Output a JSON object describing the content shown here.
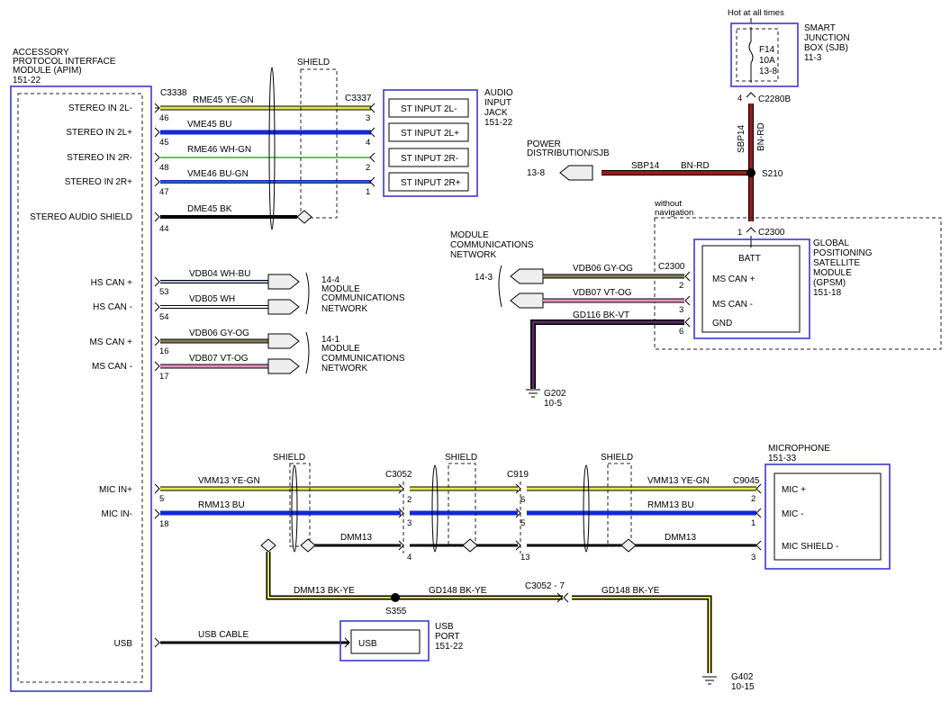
{
  "apim": {
    "title": [
      "ACCESSORY",
      "PROTOCOL INTERFACE",
      "MODULE (APIM)",
      "151-22"
    ],
    "pins": [
      "STEREO IN 2L-",
      "STEREO IN 2L+",
      "STEREO IN 2R-",
      "STEREO IN 2R+",
      "STEREO AUDIO SHIELD",
      "HS CAN +",
      "HS CAN -",
      "MS CAN +",
      "MS CAN -",
      "MIC IN+",
      "MIC IN-",
      "USB"
    ],
    "pin_numbers": [
      "46",
      "45",
      "48",
      "47",
      "44",
      "53",
      "54",
      "16",
      "17",
      "5",
      "18"
    ]
  },
  "audio_jack": {
    "title": [
      "AUDIO",
      "INPUT",
      "JACK",
      "151-22"
    ],
    "pins": [
      "ST INPUT 2L-",
      "ST INPUT 2L+",
      "ST INPUT 2R-",
      "ST INPUT 2R+"
    ],
    "pin_numbers": [
      "3",
      "4",
      "2",
      "1"
    ]
  },
  "connectors": {
    "c3338": "C3338",
    "c3337": "C3337",
    "c2280b": "C2280B",
    "c2300": "C2300",
    "c2300_1": "1",
    "c2300_gps": "C2300",
    "c3052": "C3052",
    "c919": "C919",
    "c9045": "C9045",
    "c3052_7": "C3052  - 7"
  },
  "wires": {
    "rme45": "RME45  YE-GN",
    "vme45": "VME45  BU",
    "rme46": "RME46  WH-GN",
    "vme46": "VME46  BU-GN",
    "dme45": "DME45  BK",
    "vdb04": "VDB04  WH-BU",
    "vdb05": "VDB05  WH",
    "vdb06": "VDB06  GY-OG",
    "vdb07": "VDB07  VT-OG",
    "usb_cable": "USB CABLE",
    "vmm13": "VMM13  YE-GN",
    "rmm13": "RMM13  BU",
    "dmm13": "DMM13",
    "dmm13_bkye": "DMM13      BK-YE",
    "gd148": "GD148    BK-YE",
    "sbp14": "SBP14",
    "bnrd": "BN-RD",
    "gd116": "GD116    BK-VT",
    "vmm13_mic": "VMM13    YE-GN",
    "rmm13_mic": "RMM13      BU"
  },
  "shield": "SHIELD",
  "network_14_4": [
    "14-4",
    "MODULE",
    "COMMUNICATIONS",
    "NETWORK"
  ],
  "network_14_1": [
    "14-1",
    "MODULE",
    "COMMUNICATIONS",
    "NETWORK"
  ],
  "module_comm_network": [
    "MODULE",
    "COMMUNICATIONS",
    "NETWORK"
  ],
  "network_14_3": "14-3",
  "sjb": {
    "hot": "Hot at all times",
    "fuse": [
      "F14",
      "10A",
      "13-8"
    ],
    "title": [
      "SMART",
      "JUNCTION",
      "BOX (SJB)",
      "11-3"
    ],
    "pin": "4"
  },
  "power_distribution": [
    "POWER",
    "DISTRIBUTION/SJB",
    "13-8"
  ],
  "splices": {
    "s210": "S210",
    "s355": "S355"
  },
  "without_navigation": [
    "without",
    "navigation"
  ],
  "gpsm": {
    "title": [
      "GLOBAL",
      "POSITIONING",
      "SATELLITE",
      "MODULE",
      "(GPSM)",
      "151-18"
    ],
    "pins": [
      "BATT",
      "MS CAN +",
      "MS CAN -",
      "GND"
    ],
    "pin_numbers": [
      "2",
      "3",
      "6"
    ]
  },
  "grounds": {
    "g202": [
      "G202",
      "10-5"
    ],
    "g402": [
      "G402",
      "10-15"
    ]
  },
  "microphone": {
    "title": [
      "MICROPHONE",
      "151-33"
    ],
    "pins": [
      "MIC +",
      "MIC -",
      "MIC SHIELD -"
    ],
    "pin_numbers": [
      "2",
      "1",
      "3"
    ]
  },
  "mic_pins": {
    "c3052": [
      "2",
      "3",
      "4"
    ],
    "c919": [
      "6",
      "5",
      "13"
    ]
  },
  "usb_port": {
    "label": "USB",
    "title": [
      "USB",
      "PORT",
      "151-22"
    ]
  },
  "colors": {
    "box": "#3a3ad0",
    "ye_gn": "#e8e84a",
    "bu": "#1428d8",
    "bn_rd": "#a01818",
    "gy_og": "#8a7d5a",
    "vt_og": "#e890c0",
    "wh_gn": "#3aa83a",
    "bk_vt": "#5a2a6a"
  }
}
